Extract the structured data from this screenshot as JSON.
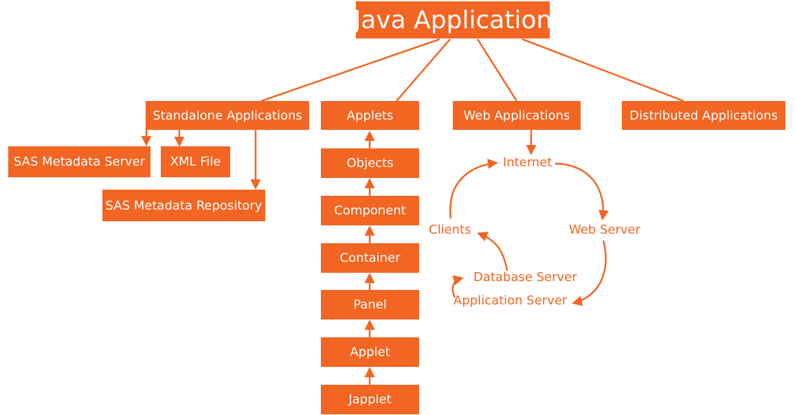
{
  "colors": {
    "accent": "#f26522",
    "text_on_accent": "#ffffff",
    "background": "#ffffff"
  },
  "root": {
    "title": "Java Application"
  },
  "categories": {
    "standalone": "Standalone Applications",
    "applets": "Applets",
    "web": "Web Applications",
    "distributed": "Distributed Applications"
  },
  "standalone_children": {
    "sas_server": "SAS Metadata Server",
    "xml_file": "XML File",
    "sas_repository": "SAS Metadata Repository"
  },
  "applet_chain": {
    "objects": "Objects",
    "component": "Component",
    "container": "Container",
    "panel": "Panel",
    "applet": "Applet",
    "japplet": "Japplet"
  },
  "web_cycle": {
    "internet": "Internet",
    "web_server": "Web Server",
    "clients": "Clients",
    "database_server": "Database Server",
    "application_server": "Application Server"
  }
}
